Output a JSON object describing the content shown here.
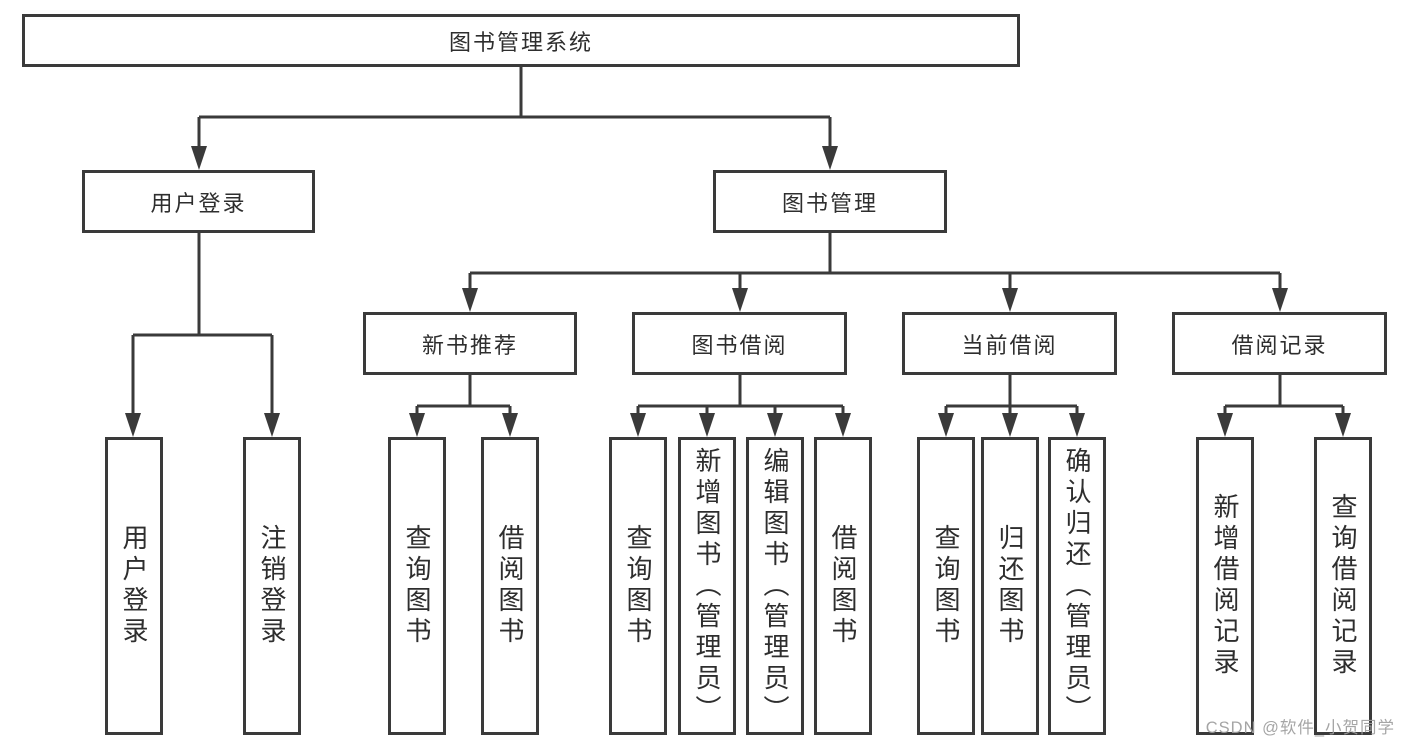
{
  "diagram": {
    "root_label": "图书管理系统",
    "level2": [
      {
        "label": "用户登录"
      },
      {
        "label": "图书管理"
      }
    ],
    "level3": [
      {
        "label": "新书推荐"
      },
      {
        "label": "图书借阅"
      },
      {
        "label": "当前借阅"
      },
      {
        "label": "借阅记录"
      }
    ],
    "leaves": [
      {
        "label": "用户登录"
      },
      {
        "label": "注销登录"
      },
      {
        "label": "查询图书"
      },
      {
        "label": "借阅图书"
      },
      {
        "label": "查询图书"
      },
      {
        "label": "新增图书（管理员）"
      },
      {
        "label": "编辑图书（管理员）"
      },
      {
        "label": "借阅图书"
      },
      {
        "label": "查询图书"
      },
      {
        "label": "归还图书"
      },
      {
        "label": "确认归还（管理员）"
      },
      {
        "label": "新增借阅记录"
      },
      {
        "label": "查询借阅记录"
      }
    ],
    "watermark": "CSDN @软件_小贺同学",
    "colors": {
      "line": "#3a3a3a",
      "text": "#2e2e2e",
      "watermark": "#9e9e9e",
      "background": "#ffffff"
    }
  }
}
